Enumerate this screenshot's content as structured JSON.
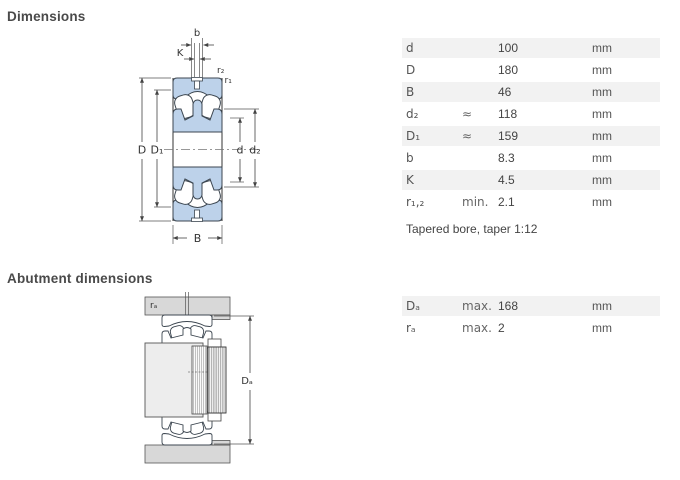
{
  "sections": {
    "dimensions": {
      "title": "Dimensions",
      "note": "Tapered bore, taper 1:12",
      "table": {
        "rows": [
          {
            "symbol": "d",
            "qualifier": "",
            "value": "100",
            "unit": "mm"
          },
          {
            "symbol": "D",
            "qualifier": "",
            "value": "180",
            "unit": "mm"
          },
          {
            "symbol": "B",
            "qualifier": "",
            "value": "46",
            "unit": "mm"
          },
          {
            "symbol": "d₂",
            "qualifier": "≈",
            "value": "118",
            "unit": "mm"
          },
          {
            "symbol": "D₁",
            "qualifier": "≈",
            "value": "159",
            "unit": "mm"
          },
          {
            "symbol": "b",
            "qualifier": "",
            "value": "8.3",
            "unit": "mm"
          },
          {
            "symbol": "K",
            "qualifier": "",
            "value": "4.5",
            "unit": "mm"
          },
          {
            "symbol": "r₁,₂",
            "qualifier": "min.",
            "value": "2.1",
            "unit": "mm"
          }
        ]
      },
      "figure_labels": {
        "b": "b",
        "K": "K",
        "r2": "r₂",
        "r1": "r₁",
        "D": "D",
        "D1": "D₁",
        "d": "d",
        "d2": "d₂",
        "B": "B"
      }
    },
    "abutment": {
      "title": "Abutment dimensions",
      "table": {
        "rows": [
          {
            "symbol": "Dₐ",
            "qualifier": "max.",
            "value": "168",
            "unit": "mm"
          },
          {
            "symbol": "rₐ",
            "qualifier": "max.",
            "value": "2",
            "unit": "mm"
          }
        ]
      },
      "figure_labels": {
        "ra": "rₐ",
        "Da": "Dₐ"
      }
    },
    "colors": {
      "ring_blue": "#bdd2ea",
      "housing_gray": "#d8d8d8",
      "shaft_gray": "#ededed",
      "row_stripe": "#f2f2f2"
    }
  }
}
